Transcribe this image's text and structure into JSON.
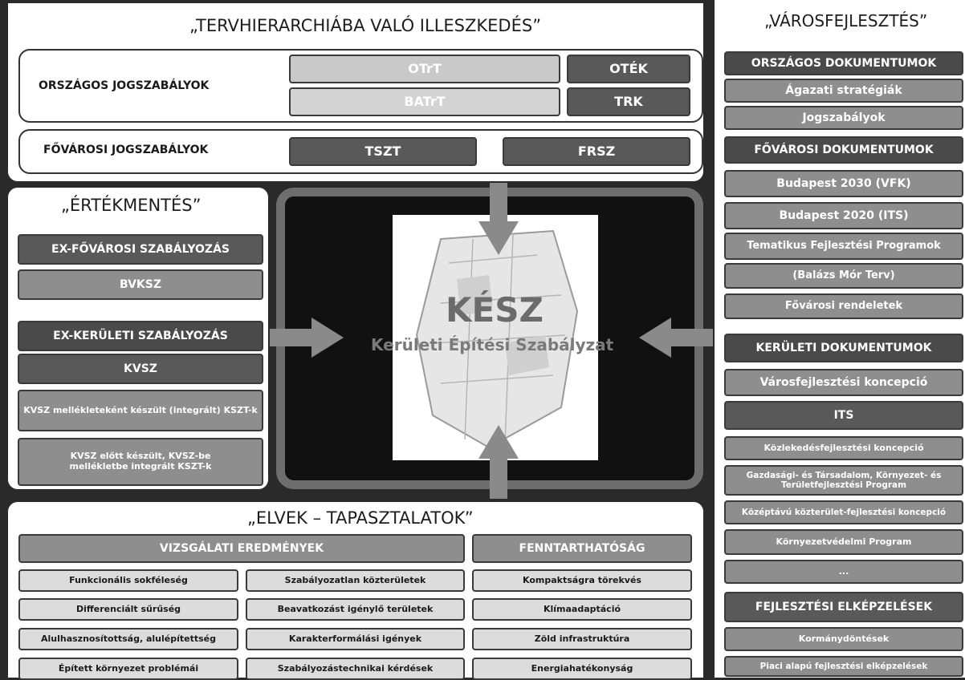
{
  "top": {
    "title": "„TERVHIERARCHIÁBA VALÓ ILLESZKEDÉS”",
    "orszagos_label": "ORSZÁGOS JOGSZABÁLYOK",
    "fovarosi_label": "FŐVÁROSI JOGSZABÁLYOK",
    "otrt": "OTrT",
    "batrt": "BATrT",
    "otek": "OTÉK",
    "trk": "TRK",
    "tszt": "TSZT",
    "frsz": "FRSZ"
  },
  "left": {
    "title": "„ÉRTÉKMENTÉS”",
    "ex_fovarosi": "EX-FŐVÁROSI SZABÁLYOZÁS",
    "bvksz": "BVKSZ",
    "ex_keruleti": "EX-KERÜLETI SZABÁLYOZÁS",
    "kvsz": "KVSZ",
    "kvsz_mell": "KVSZ mellékleteként készült (integrált) KSZT-k",
    "kvsz_elott": "KVSZ előtt készült, KVSZ-be mellékletbe integrált KSZT-k"
  },
  "center": {
    "kesz": "KÉSZ",
    "kesz_full": "Kerületi Építési Szabályzat"
  },
  "bottom": {
    "title": "„ELVEK – TAPASZTALATOK”",
    "vizsgalati": "VIZSGÁLATI EREDMÉNYEK",
    "fenntarthatosag": "FENNTARTHATÓSÁG",
    "col1": [
      "Funkcionális sokféleség",
      "Differenciált sűrűség",
      "Alulhasznosítottság, alulépítettség",
      "Épített környezet problémái"
    ],
    "col2": [
      "Szabályozatlan közterületek",
      "Beavatkozást igénylő területek",
      "Karakterformálási igények",
      "Szabályozástechnikai kérdések"
    ],
    "col3": [
      "Kompaktságra törekvés",
      "Klímaadaptáció",
      "Zöld infrastruktúra",
      "Energiahatékonyság"
    ]
  },
  "right": {
    "title": "„VÁROSFEJLESZTÉS”",
    "orszagos_dok": "ORSZÁGOS DOKUMENTUMOK",
    "agazati": "Ágazati stratégiák",
    "jogszabalyok": "Jogszabályok",
    "fovarosi_dok": "FŐVÁROSI DOKUMENTUMOK",
    "bp2030": "Budapest 2030 (VFK)",
    "bp2020": "Budapest 2020 (ITS)",
    "tematikus": "Tematikus Fejlesztési Programok",
    "balazs": "(Balázs Mór Terv)",
    "fovarosi_rend": "Fővárosi  rendeletek",
    "keruleti_dok": "KERÜLETI DOKUMENTUMOK",
    "varosfejl": "Városfejlesztési koncepció",
    "its": "ITS",
    "kozlekedes": "Közlekedésfejlesztési koncepció",
    "gazdasagi": "Gazdasági- és Társadalom, Környezet- és Területfejlesztési Program",
    "kozeptavu": "Középtávú közterület-fejlesztési koncepció",
    "kornyezet": "Környezetvédelmi Program",
    "ellipsis": "...",
    "fejlesztesi": "FEJLESZTÉSI ELKÉPZELÉSEK",
    "kormany": "Kormánydöntések",
    "piaci": "Piaci alapú fejlesztési elképzelések"
  }
}
